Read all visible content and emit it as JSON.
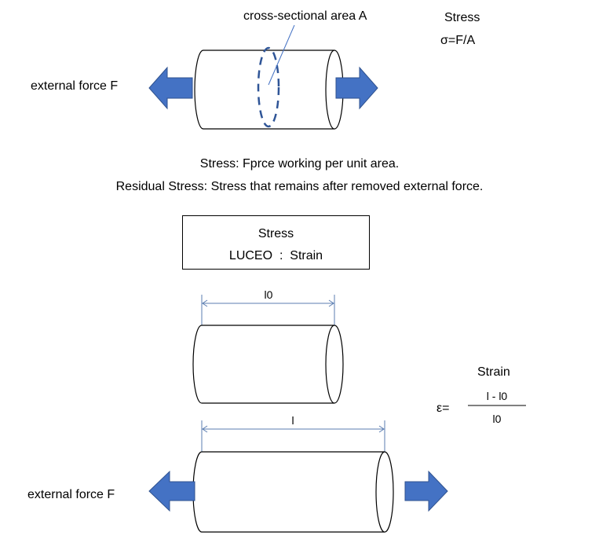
{
  "top": {
    "cross_section_label": "cross-sectional area A",
    "stress_title": "Stress",
    "stress_formula": "σ=F/A",
    "force_label": "external force F"
  },
  "definitions": {
    "stress": "Stress: Fprce working per unit area.",
    "residual": "Residual Stress: Stress that remains after removed external force."
  },
  "legend_box": {
    "line1": "Stress",
    "line2": "LUCEO  :  Strain"
  },
  "strain": {
    "original_length_label": "l0",
    "stretched_length_label": "l",
    "title": "Strain",
    "lhs": "ε=",
    "numerator": "l - l0",
    "denominator": "l0"
  },
  "bottom": {
    "force_label": "external force F"
  },
  "colors": {
    "arrow_fill": "#4472C4",
    "arrow_stroke": "#2F528F",
    "dashed_ellipse": "#2F5597",
    "dimension_line": "#5B7DB1",
    "leader_line": "#4472C4",
    "outline": "#000000"
  }
}
